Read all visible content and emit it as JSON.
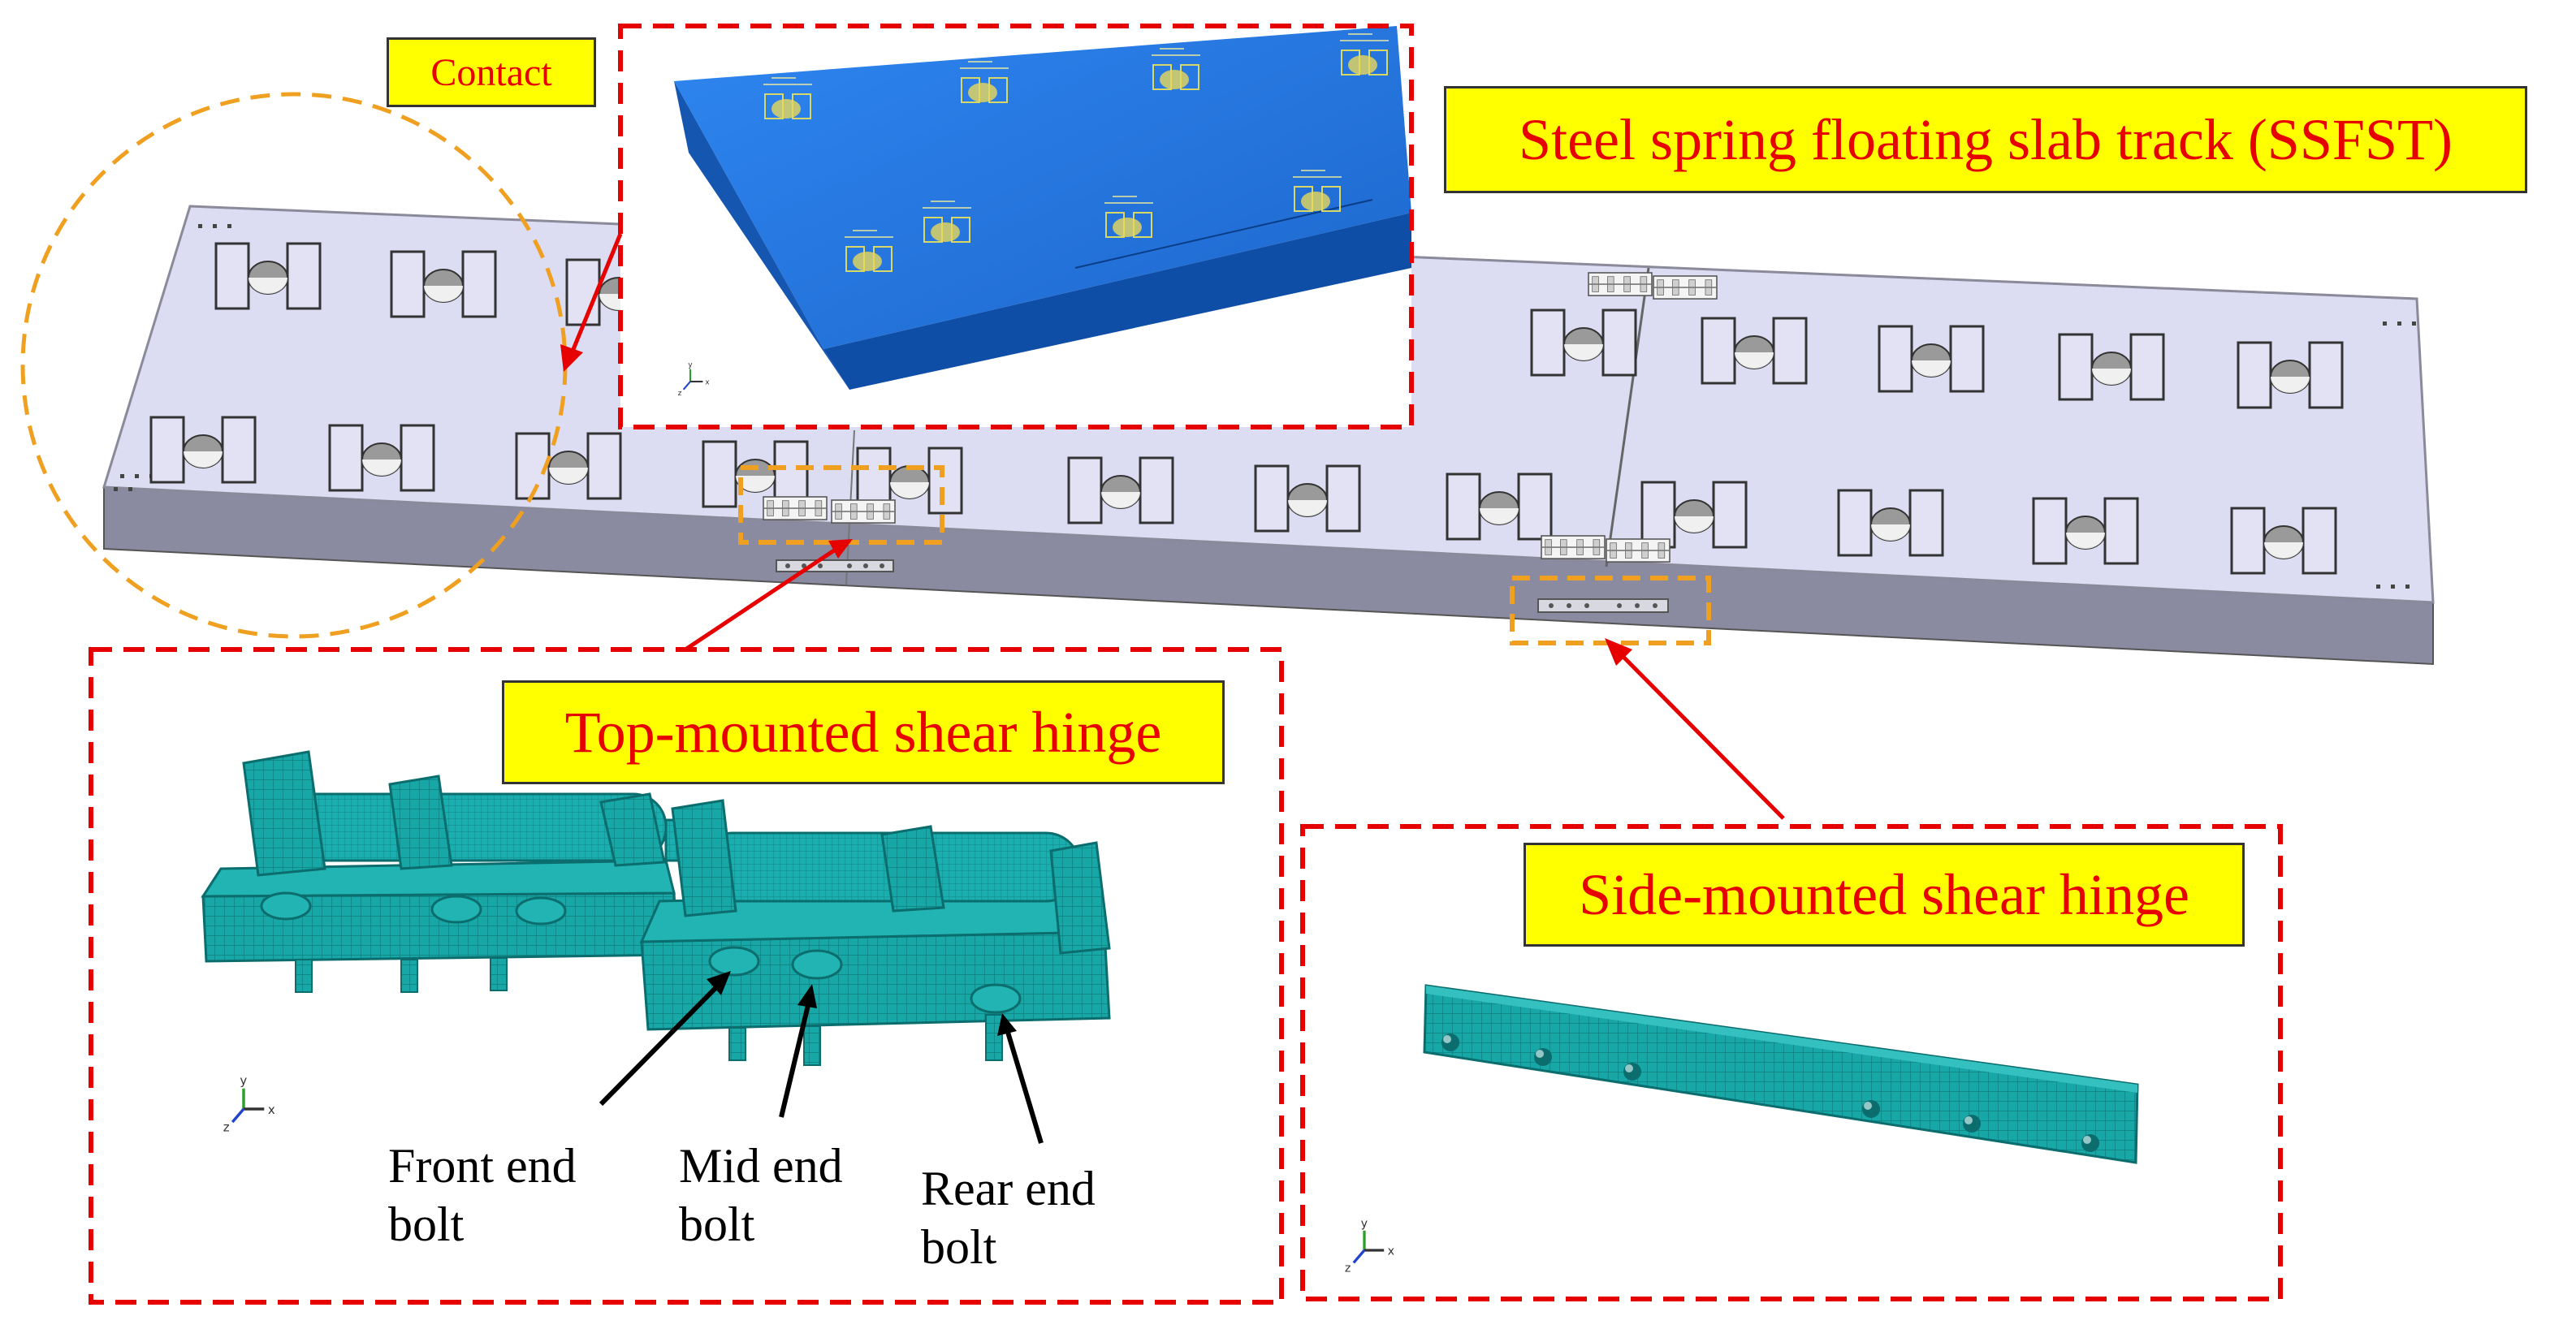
{
  "labels": {
    "contact": "Contact",
    "ssfst": "Steel spring floating slab track (SSFST)",
    "top_hinge": "Top-mounted shear hinge",
    "side_hinge": "Side-mounted shear hinge"
  },
  "bolts": {
    "front": [
      "Front end",
      "bolt"
    ],
    "mid": [
      "Mid end",
      "bolt"
    ],
    "rear": [
      "Rear end",
      "bolt"
    ]
  },
  "colors": {
    "callout_fill": "#ffff00",
    "callout_text": "#e60000",
    "frame_dashed": "#e60000",
    "highlight_dashed": "#f0a020",
    "slab_top": "#dcdcf2",
    "slab_side": "#8a8aa0",
    "mesh": "#17a7a7",
    "slab_blue": "#1f6fd6"
  },
  "icons": {
    "axis_triad": "axis-triad-icon"
  }
}
